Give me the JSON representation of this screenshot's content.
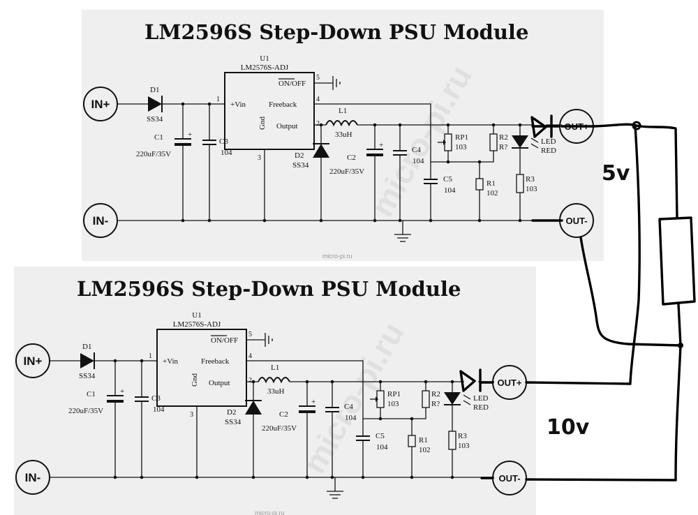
{
  "panels": [
    {
      "title": "LM2596S Step-Down PSU Module",
      "ic": {
        "ref": "U1",
        "part": "LM2576S-ADJ",
        "pin_vin": "+Vin",
        "pin_feedback": "Freeback",
        "pin_gnd": "Gnd",
        "pin_output": "Output",
        "pin_onoff": "ON/OFF",
        "pin1": "1",
        "pin2": "2",
        "pin3": "3",
        "pin4": "4",
        "pin5": "5"
      },
      "d1": {
        "ref": "D1",
        "value": "SS34"
      },
      "c1": {
        "ref": "C1",
        "value": "220uF/35V"
      },
      "c3": {
        "ref": "C3",
        "value": "104"
      },
      "d2": {
        "ref": "D2",
        "value": "SS34"
      },
      "l1": {
        "ref": "L1",
        "value": "33uH"
      },
      "c2": {
        "ref": "C2",
        "value": "220uF/35V"
      },
      "c4": {
        "ref": "C4",
        "value": "104"
      },
      "c5": {
        "ref": "C5",
        "value": "104"
      },
      "rp1": {
        "ref": "RP1",
        "value": "103"
      },
      "r1": {
        "ref": "R1",
        "value": "102"
      },
      "r2": {
        "ref": "R2",
        "value": "R?"
      },
      "r3": {
        "ref": "R3",
        "value": "103"
      },
      "led": {
        "line1": "LED",
        "line2": "RED"
      },
      "terminals": {
        "in_plus": "IN+",
        "in_minus": "IN-",
        "out_plus": "OUT+",
        "out_minus": "OUT-"
      },
      "watermark_small": "micro-pi.ru",
      "watermark_big": "micro-pi.ru"
    },
    {
      "title": "LM2596S Step-Down PSU Module",
      "ic": {
        "ref": "U1",
        "part": "LM2576S-ADJ",
        "pin_vin": "+Vin",
        "pin_feedback": "Freeback",
        "pin_gnd": "Gnd",
        "pin_output": "Output",
        "pin_onoff": "ON/OFF",
        "pin1": "1",
        "pin2": "2",
        "pin3": "3",
        "pin4": "4",
        "pin5": "5"
      },
      "d1": {
        "ref": "D1",
        "value": "SS34"
      },
      "c1": {
        "ref": "C1",
        "value": "220uF/35V"
      },
      "c3": {
        "ref": "C3",
        "value": "104"
      },
      "d2": {
        "ref": "D2",
        "value": "SS34"
      },
      "l1": {
        "ref": "L1",
        "value": "33uH"
      },
      "c2": {
        "ref": "C2",
        "value": "220uF/35V"
      },
      "c4": {
        "ref": "C4",
        "value": "104"
      },
      "c5": {
        "ref": "C5",
        "value": "104"
      },
      "rp1": {
        "ref": "RP1",
        "value": "103"
      },
      "r1": {
        "ref": "R1",
        "value": "102"
      },
      "r2": {
        "ref": "R2",
        "value": "R?"
      },
      "r3": {
        "ref": "R3",
        "value": "103"
      },
      "led": {
        "line1": "LED",
        "line2": "RED"
      },
      "terminals": {
        "in_plus": "IN+",
        "in_minus": "IN-",
        "out_plus": "OUT+",
        "out_minus": "OUT-"
      },
      "watermark_small": "micro-pi.ru",
      "watermark_big": "micro-pi.ru"
    }
  ],
  "handwritten": {
    "diode_top": "DI",
    "diode_bottom": "DI",
    "voltage_top": "5v",
    "voltage_bottom": "10v"
  },
  "colors": {
    "ink": "#111111",
    "panel_background": "#efefef",
    "page_background": "#ffffff"
  }
}
